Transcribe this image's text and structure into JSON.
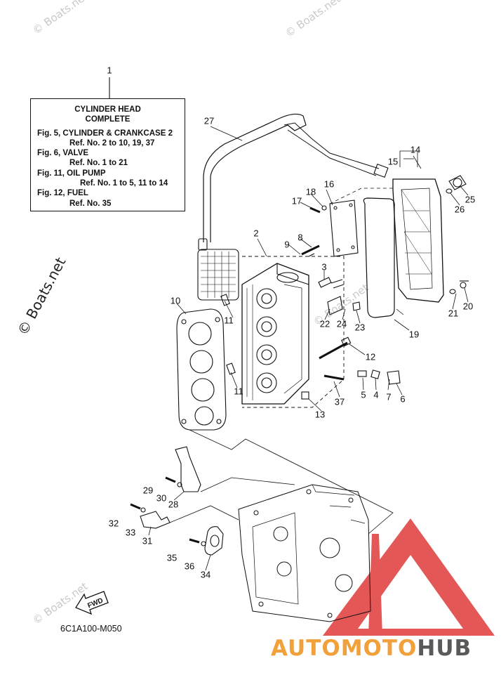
{
  "watermarks": [
    "© Boats.net",
    "© Boats.net",
    "© Boats.net",
    "© Boats.net",
    "© Boats.net"
  ],
  "ref_box": {
    "callout": "1",
    "lines": [
      "CYLINDER HEAD",
      "COMPLETE",
      "Fig. 5, CYLINDER & CRANKCASE 2",
      "Ref. No. 2 to 10, 19, 37",
      "Fig. 6, VALVE",
      "Ref. No. 1 to 21",
      "Fig. 11, OIL PUMP",
      "Ref. No. 1 to 5, 11 to 14",
      "Fig. 12, FUEL",
      "Ref. No. 35"
    ]
  },
  "callouts": [
    "2",
    "3",
    "4",
    "5",
    "6",
    "7",
    "8",
    "9",
    "10",
    "11",
    "11",
    "12",
    "13",
    "14",
    "15",
    "16",
    "17",
    "18",
    "19",
    "20",
    "21",
    "22",
    "23",
    "24",
    "25",
    "26",
    "27",
    "28",
    "29",
    "30",
    "31",
    "32",
    "33",
    "34",
    "35",
    "36",
    "37"
  ],
  "fwd_label": "FWD",
  "diagram_code": "6C1A100-M050",
  "brand": {
    "part1": "AUTOMOTO",
    "part2": "HUB",
    "color1": "#f2a13a",
    "color2": "#5a5a5a",
    "triangle_color": "#e03a3a"
  }
}
